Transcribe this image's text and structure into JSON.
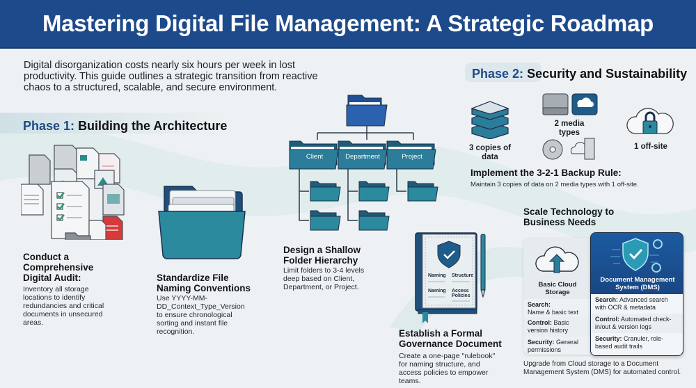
{
  "header": {
    "title": "Mastering Digital File Management: A Strategic Roadmap"
  },
  "intro": {
    "text": "Digital disorganization costs nearly six hours per week in lost productivity. This guide outlines a strategic transition from reactive chaos to a structured, scalable, and secure environment."
  },
  "colors": {
    "header_bg": "#1d4a8a",
    "accent_teal": "#2b8a9e",
    "accent_navy": "#1f4a86",
    "background": "#eef1f3",
    "alert_red": "#d73a3a",
    "check_green": "#2d9c72"
  },
  "phase1": {
    "label": "Phase 1:",
    "title": "Building the Architecture",
    "steps": [
      {
        "icon": "document-audit-icon",
        "title": "Conduct a Comprehensive Digital Audit:",
        "description": "Inventory all storage locations to identify redundancies and critical documents in unsecured areas."
      },
      {
        "icon": "open-folder-icon",
        "title": "Standardize File Naming Conventions",
        "description": "Use YYYY-MM-DD_Context_Type_Version to ensure chronological sorting and instant file recognition."
      },
      {
        "icon": "folder-hierarchy-icon",
        "title": "Design a Shallow Folder Hierarchy",
        "description": "Limit folders to 3-4 levels deep based on Client, Department, or Project.",
        "folders": [
          "Client",
          "Department",
          "Project"
        ]
      },
      {
        "icon": "governance-book-icon",
        "title": "Establish a Formal Governance Document",
        "description": "Create a one-page \"rulebook\" for naming  structure, and access policies to empower teams.",
        "book_sections": [
          "Naming",
          "Structure",
          "Naming",
          "Access Policies"
        ]
      }
    ]
  },
  "phase2": {
    "label": "Phase 2:",
    "title": "Security and Sustainability",
    "backup": {
      "items": [
        {
          "icon": "server-stack-icon",
          "label": "3 copies of data"
        },
        {
          "icon": "media-types-icon",
          "label": "2 media types"
        },
        {
          "icon": "cloud-lock-icon",
          "label": "1 off-site"
        }
      ],
      "title": "Implement the 3-2-1 Backup Rule:",
      "description": "Maintain 3 copies of data on 2 media types with 1 off-site."
    },
    "scale": {
      "title": "Scale Technology to Business Needs",
      "basic": {
        "name": "Basic Cloud Storage",
        "rows": [
          {
            "key": "Search:",
            "value": "Name & basic text"
          },
          {
            "key": "Control:",
            "value": "Basic version history"
          },
          {
            "key": "Security:",
            "value": "General permissions"
          }
        ]
      },
      "dms": {
        "name": "Document Management System (DMS)",
        "rows": [
          {
            "key": "Search:",
            "value": "Advanced search with OCR & metadata"
          },
          {
            "key": "Control:",
            "value": "Automated check-in/out & version logs"
          },
          {
            "key": "Security:",
            "value": "Cranuler, role-based audit trails"
          }
        ]
      },
      "description": "Upgrade from Cloud storage to a Document Management System (DMS) for automated control."
    }
  }
}
